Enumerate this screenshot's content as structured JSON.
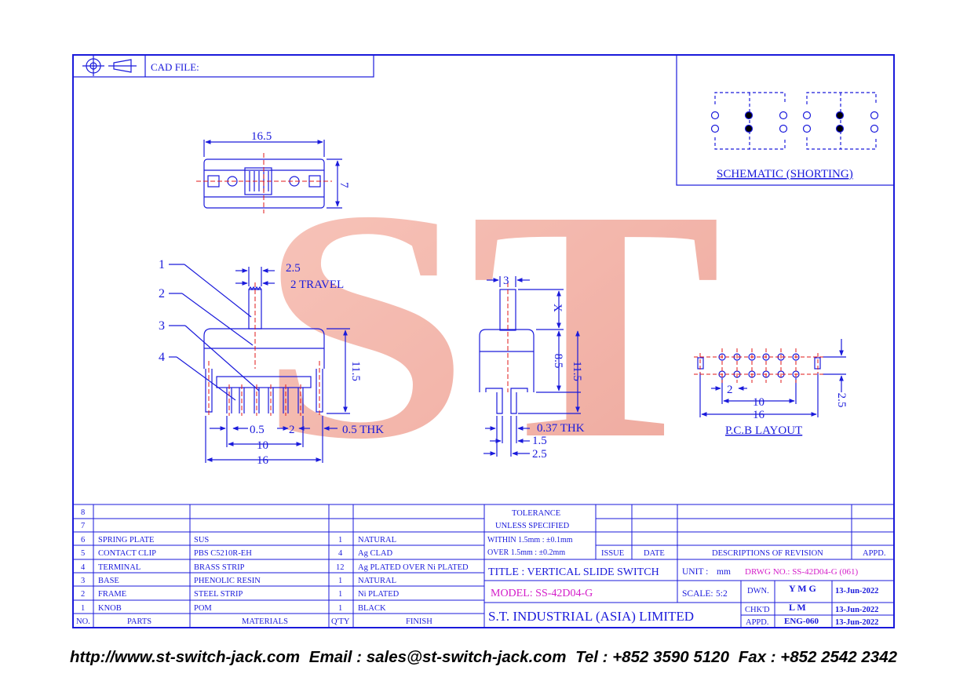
{
  "header": {
    "cad_label": "CAD FILE:"
  },
  "watermark": {
    "text": "ST"
  },
  "schematic": {
    "title": "SCHEMATIC (SHORTING)"
  },
  "top_view": {
    "width_dim": "16.5",
    "height_dim": "7"
  },
  "side_view": {
    "callouts": [
      "1",
      "2",
      "3",
      "4"
    ],
    "dim_knob": "2.5",
    "dim_travel": "2 TRAVEL",
    "dim_height": "11.5",
    "dim_pitch_small": "0.5",
    "dim_pitch": "2",
    "dim_thk": "0.5 THK",
    "dim_10": "10",
    "dim_16": "16"
  },
  "end_view": {
    "dim_top": "3",
    "dim_x": "X",
    "dim_85": "8.5",
    "dim_115": "11.5",
    "dim_thk": "0.37 THK",
    "dim_15": "1.5",
    "dim_25": "2.5"
  },
  "pcb": {
    "dim_2": "2",
    "dim_10": "10",
    "dim_16": "16",
    "dim_25": "2.5",
    "title": "P.C.B LAYOUT"
  },
  "bom": {
    "headers": [
      "NO.",
      "PARTS",
      "MATERIALS",
      "Q'TY",
      "FINISH"
    ],
    "rows": [
      [
        "8",
        "",
        "",
        "",
        ""
      ],
      [
        "7",
        "",
        "",
        "",
        ""
      ],
      [
        "6",
        "SPRING PLATE",
        "SUS",
        "1",
        "NATURAL"
      ],
      [
        "5",
        "CONTACT CLIP",
        "PBS C5210R-EH",
        "4",
        "Ag CLAD"
      ],
      [
        "4",
        "TERMINAL",
        "BRASS STRIP",
        "12",
        "Ag PLATED OVER Ni PLATED"
      ],
      [
        "3",
        "BASE",
        "PHENOLIC RESIN",
        "1",
        "NATURAL"
      ],
      [
        "2",
        "FRAME",
        "STEEL STRIP",
        "1",
        "Ni PLATED"
      ],
      [
        "1",
        "KNOB",
        "POM",
        "1",
        "BLACK"
      ]
    ]
  },
  "title_block": {
    "tol_1": "TOLERANCE",
    "tol_2": "UNLESS  SPECIFIED",
    "within": "WITHIN  1.5mm : ±0.1mm",
    "over": "OVER    1.5mm : ±0.2mm",
    "issue": "ISSUE",
    "date": "DATE",
    "desc": "DESCRIPTIONS  OF  REVISION",
    "appd": "APPD.",
    "title": "TITLE : VERTICAL SLIDE SWITCH",
    "unit_label": "UNIT :",
    "unit": "mm",
    "drwg": "DRWG NO.: SS-42D04-G (061)",
    "model": "MODEL: SS-42D04-G",
    "scale_label": "SCALE:",
    "scale": "5:2",
    "company": "S.T.  INDUSTRIAL  (ASIA)  LIMITED",
    "dwn_label": "DWN.",
    "dwn": "Y M G",
    "dwn_date": "13-Jun-2022",
    "chk_label": "CHK'D",
    "chk": "L M",
    "chk_date": "13-Jun-2022",
    "appd_label": "APPD.",
    "appd_by": "ENG-060",
    "appd_date": "13-Jun-2022"
  },
  "footer": {
    "url": "http://www.st-switch-jack.com",
    "email": "Email : sales@st-switch-jack.com",
    "tel": "Tel : +852 3590 5120",
    "fax": "Fax : +852 2542 2342"
  },
  "colors": {
    "line": "#1a1adb",
    "accent": "#d41cc9",
    "center_line": "#e01818",
    "watermark": "#ef9a8c"
  }
}
